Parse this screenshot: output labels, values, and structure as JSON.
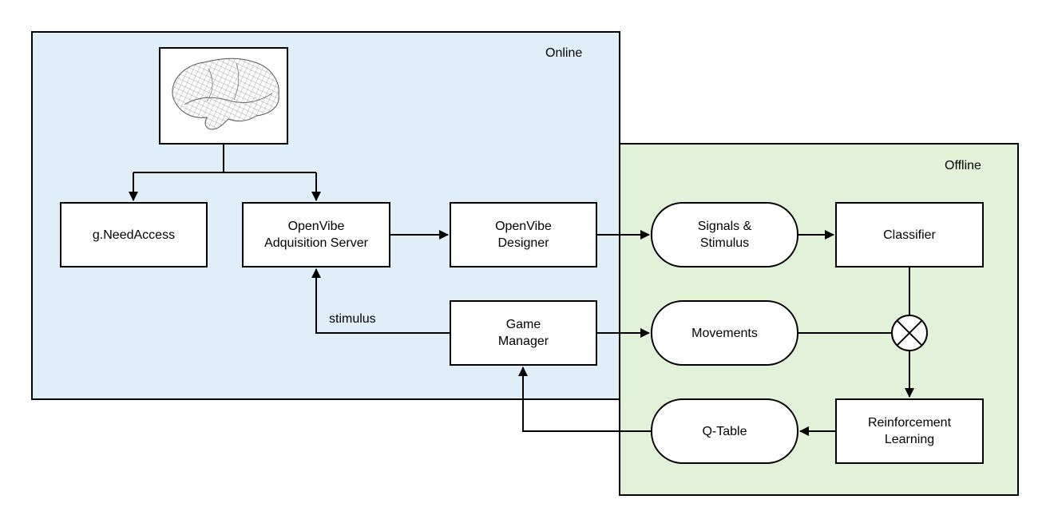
{
  "regions": {
    "online": "Online",
    "offline": "Offline"
  },
  "nodes": {
    "brain_image": "brain-wireframe-image",
    "gneedaccess": "g.NeedAccess",
    "acquisition_server": "OpenVibe\nAdquisition Server",
    "designer": "OpenVibe\nDesigner",
    "signals": "Signals &\nStimulus",
    "classifier": "Classifier",
    "game_manager": "Game\nManager",
    "movements": "Movements",
    "reinforcement": "Reinforcement\nLearning",
    "qtable": "Q-Table"
  },
  "edge_labels": {
    "stimulus": "stimulus"
  },
  "colors": {
    "online_bg": "#e0eef8",
    "offline_bg": "#e2f2d9",
    "stroke": "#000000"
  }
}
